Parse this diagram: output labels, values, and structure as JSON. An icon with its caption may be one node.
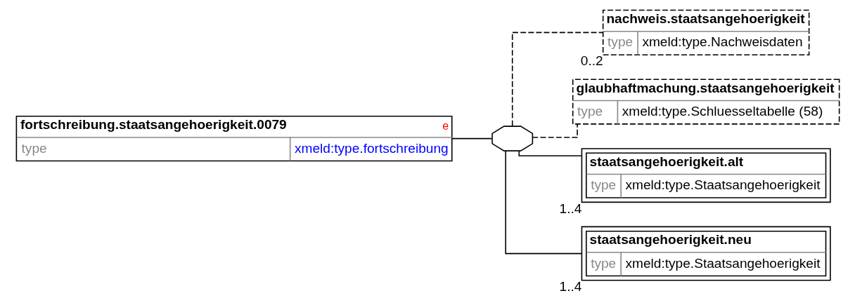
{
  "diagram": {
    "nodes": [
      {
        "text": [
          "fortschreibung.staatsangehoerigkeit.0079",
          "e",
          "type",
          "xmeld:type.fortschreibung"
        ]
      },
      {
        "text": [],
        "shape": "octagon"
      },
      {
        "text": [
          "nachweis.staatsangehoerigkeit",
          "type",
          "xmeld:type.Nachweisdaten"
        ],
        "beside": [
          "0..2"
        ]
      },
      {
        "text": [
          "glaubhaftmachung.staatsangehoerigkeit",
          "type",
          "xmeld:type.Schluesseltabelle (58)"
        ]
      },
      {
        "text": [
          "staatsangehoerigkeit.alt",
          "type",
          "xmeld:type.Staatsangehoerigkeit"
        ],
        "beside": [
          "1..4"
        ]
      },
      {
        "text": [
          "staatsangehoerigkeit.neu",
          "type",
          "xmeld:type.Staatsangehoerigkeit"
        ],
        "beside": [
          "1..4"
        ]
      }
    ],
    "edges": [
      {
        "from": 0,
        "to": 1,
        "arrow": "none"
      },
      {
        "from": 1,
        "to": 2,
        "arrow": "none",
        "style": "dashed"
      },
      {
        "from": 1,
        "to": 3,
        "arrow": "none",
        "style": "dashed"
      },
      {
        "from": 1,
        "to": 4,
        "arrow": "none"
      },
      {
        "from": 1,
        "to": 5,
        "arrow": "none"
      }
    ]
  }
}
